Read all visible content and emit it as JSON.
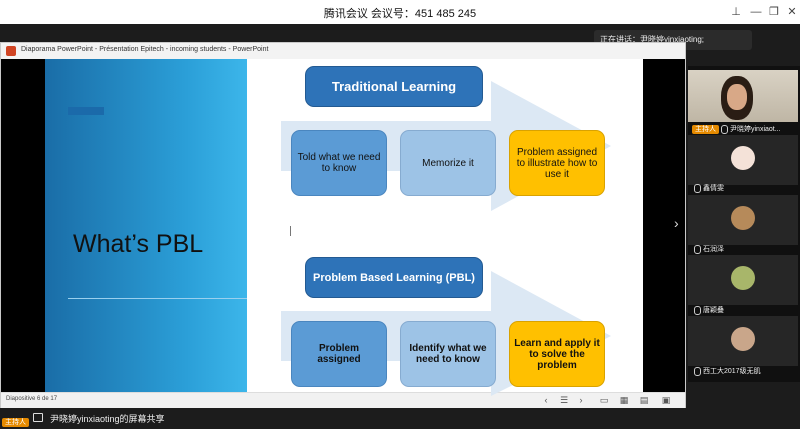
{
  "meeting": {
    "title": "腾讯会议 会议号：451 485 245",
    "speaking_now": "正在讲话：尹晓婷yinxiaoting;",
    "share_label": "尹晓婷yinxiaoting的屏幕共享",
    "host_tag": "主持人"
  },
  "ppt": {
    "window_title": "Diaporama PowerPoint  -  Présentation Epitech - incoming students  -  PowerPoint",
    "status": "Diapositive 6 de 17"
  },
  "slide": {
    "title": "What’s PBL",
    "traditional": {
      "header": "Traditional Learning",
      "steps": [
        "Told what we need to know",
        "Memorize it",
        "Problem assigned to illustrate how to use it"
      ]
    },
    "pbl": {
      "header": "Problem Based Learning (PBL)",
      "steps": [
        "Problem assigned",
        "Identify what we need to know",
        "Learn and apply it to solve the problem"
      ]
    }
  },
  "participants": [
    {
      "name": "尹晓婷yinxiaot...",
      "host_tag": "主持人"
    },
    {
      "name": "鑫倩雯"
    },
    {
      "name": "石润泽"
    },
    {
      "name": "唐颖叠"
    },
    {
      "name": "西工大2017级无肌"
    }
  ],
  "colors": {
    "header_blue": "#2e73b8",
    "light_blue": "#9dc3e6",
    "mid_blue": "#5b9bd5",
    "yellow": "#ffc000",
    "host_orange": "#e58a00"
  }
}
